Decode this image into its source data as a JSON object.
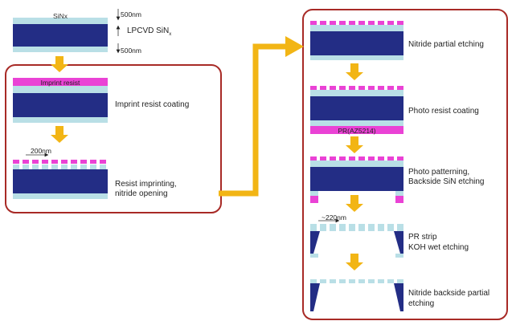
{
  "colors": {
    "nitride": "#b9dfe6",
    "silicon": "#232d85",
    "resist": "#ea42d5",
    "arrow": "#f2b515",
    "frame": "#a82a26"
  },
  "left": {
    "sinx_label": "SiNx",
    "dim_top": "500nm",
    "dim_bottom": "500nm",
    "lpcvd_label": "LPCVD  SiN",
    "lpcvd_sub": "x",
    "imprint_resist_label": "Imprint resist",
    "step_imprint_coating": "Imprint resist coating",
    "pitch_200": "200nm",
    "step_imprinting_line1": "Resist imprinting,",
    "step_imprinting_line2": "nitride opening"
  },
  "right": {
    "step_nitride_partial": "Nitride  partial  etching",
    "step_photo_resist": "Photo  resist  coating",
    "pr_label": "PR(AZ5214)",
    "step_patterning_line1": "Photo  patterning,",
    "step_patterning_line2": "Backside SiN  etching",
    "pitch_220": "~220nm",
    "step_pr_strip_line1": "PR  strip",
    "step_pr_strip_line2": "KOH  wet  etching",
    "step_backside_line1": "Nitride  backside  partial",
    "step_backside_line2": "etching"
  }
}
